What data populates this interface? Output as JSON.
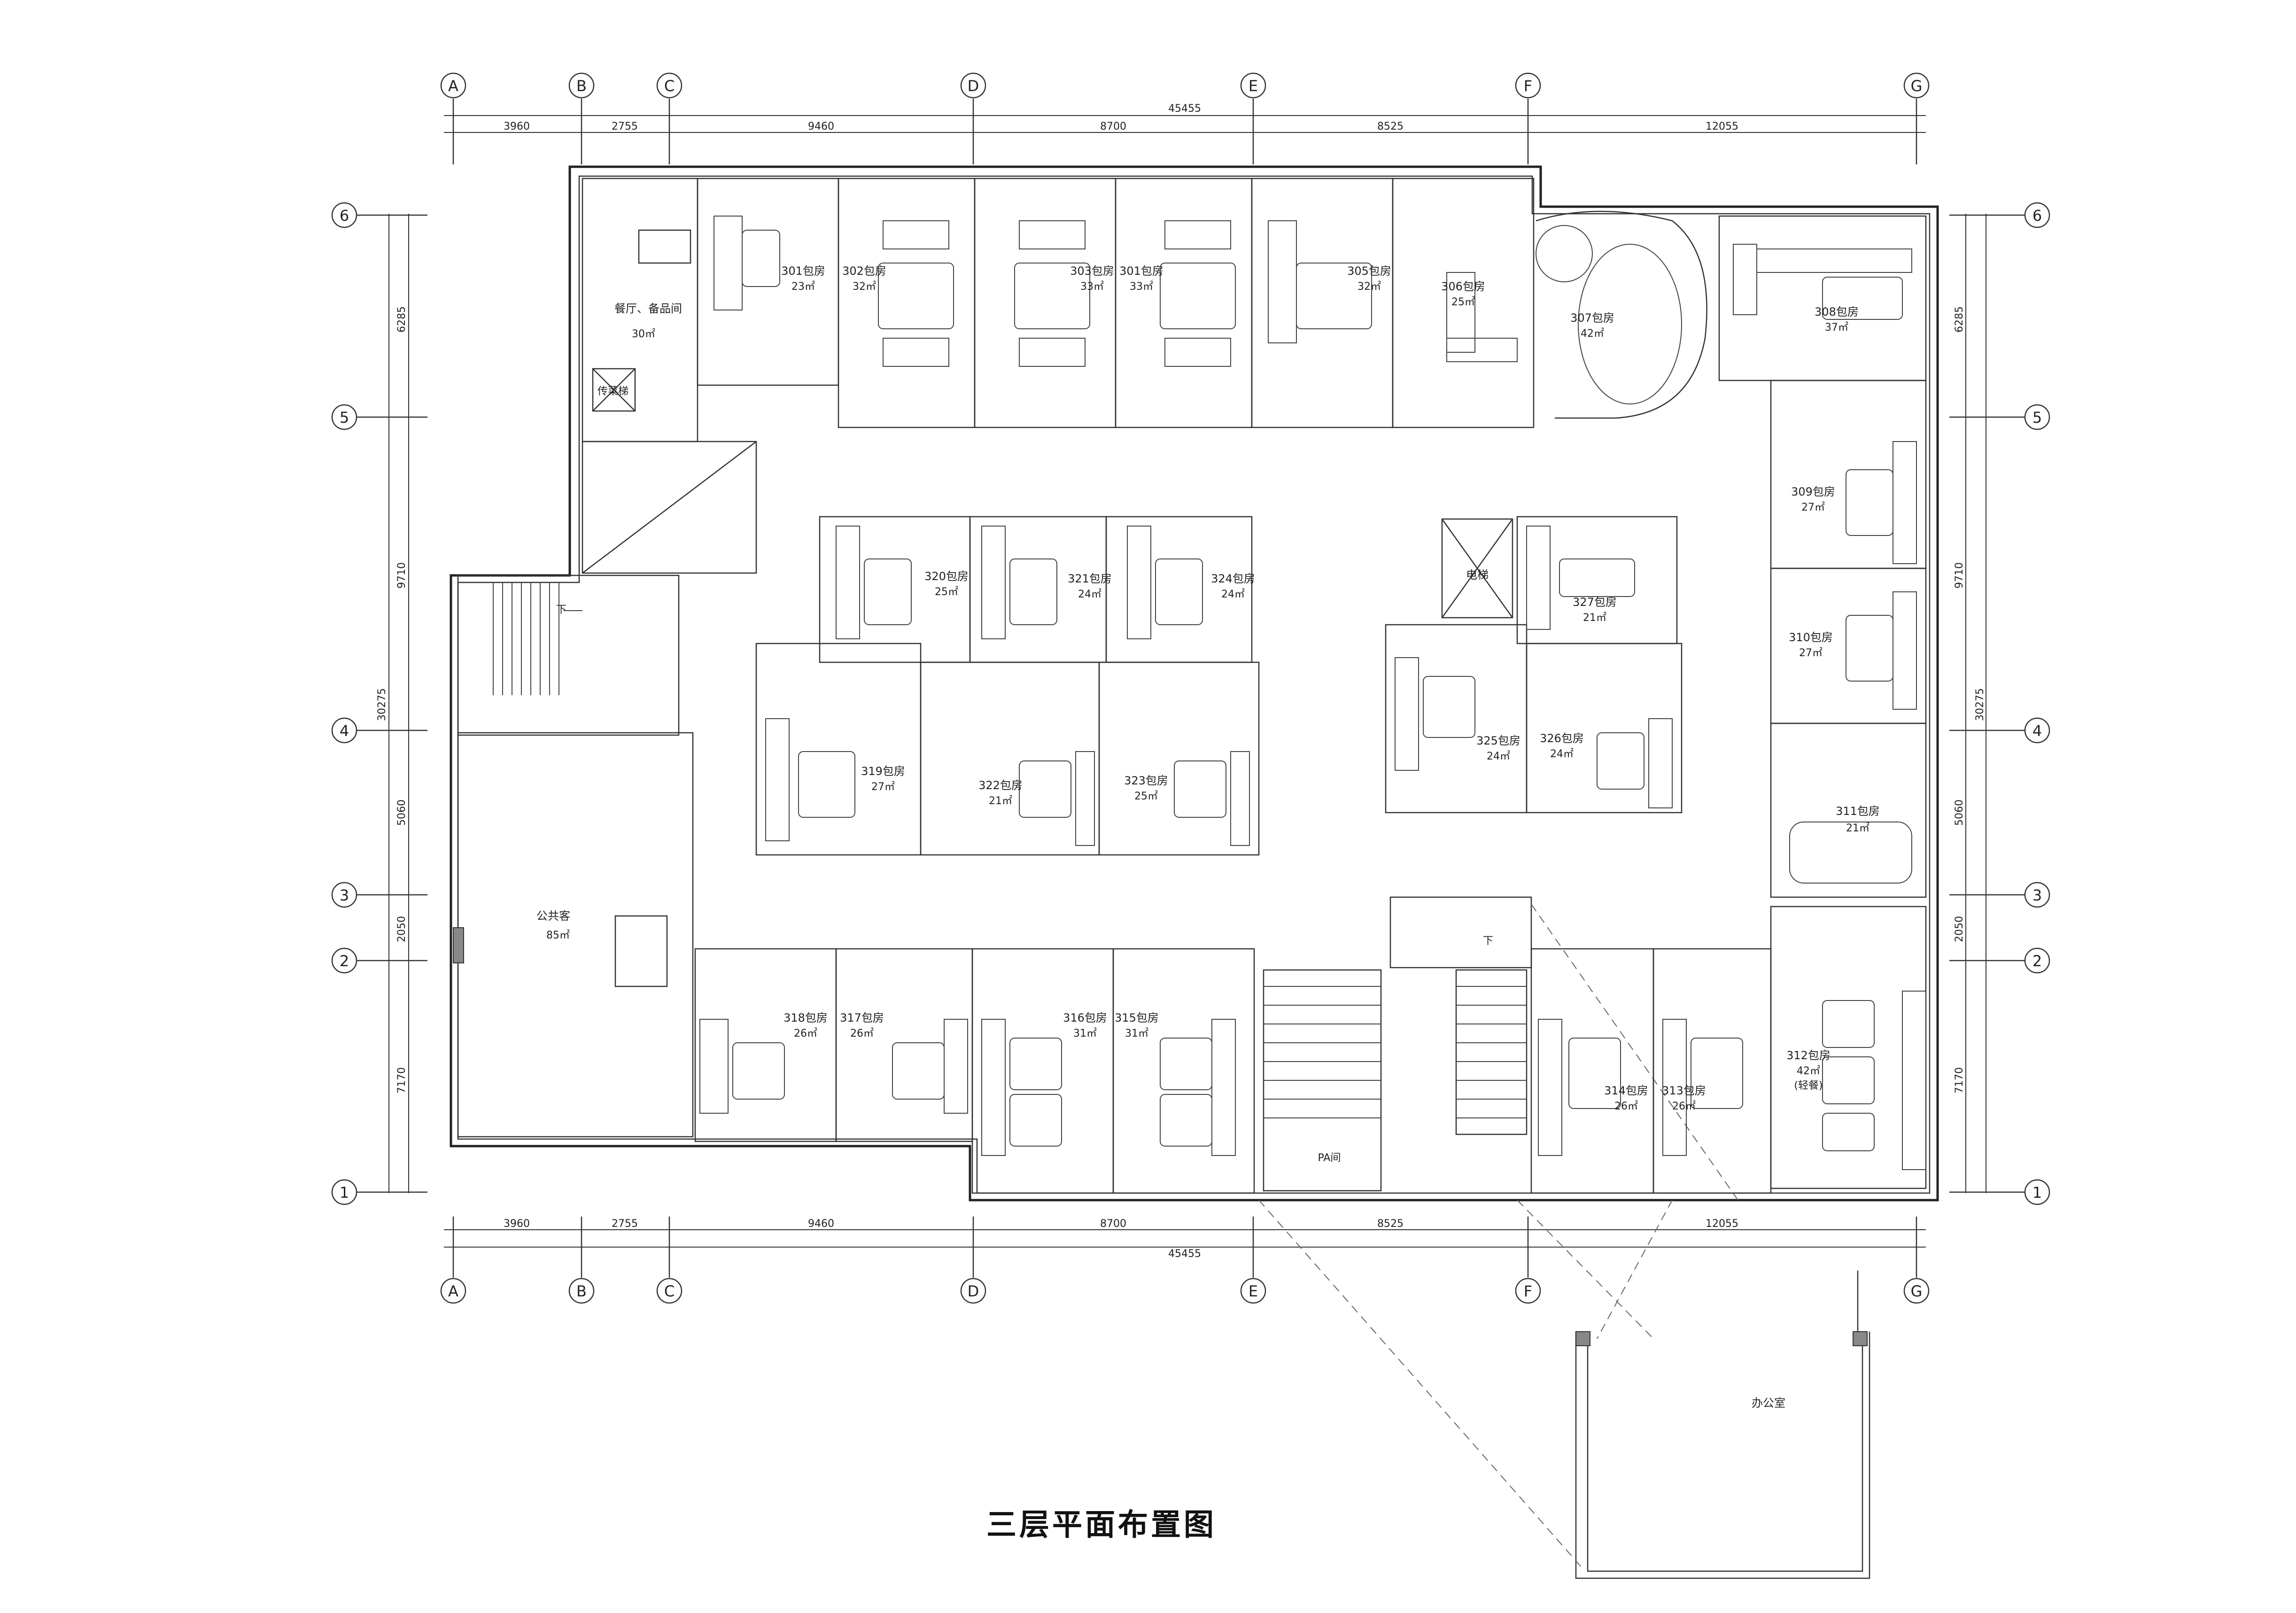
{
  "title": "三层平面布置图",
  "axes_cols": [
    "A",
    "B",
    "C",
    "D",
    "E",
    "F",
    "G"
  ],
  "axes_rows": [
    "6",
    "5",
    "4",
    "3",
    "2",
    "1"
  ],
  "dims_top": [
    "3960",
    "2755",
    "9460",
    "8700",
    "8525",
    "12055"
  ],
  "dim_total": "45455",
  "dims_side": [
    "6285",
    "9710",
    "5060",
    "2050",
    "7170"
  ],
  "dim_side_total": "30275",
  "rooms": [
    {
      "id": "r301",
      "name": "301包房",
      "area": "23㎡"
    },
    {
      "id": "r302",
      "name": "302包房",
      "area": "32㎡"
    },
    {
      "id": "r303",
      "name": "303包房",
      "area": "33㎡"
    },
    {
      "id": "r301b",
      "name": "301包房",
      "area": "33㎡"
    },
    {
      "id": "r305",
      "name": "305包房",
      "area": "32㎡"
    },
    {
      "id": "r306",
      "name": "306包房",
      "area": "25㎡"
    },
    {
      "id": "r307",
      "name": "307包房",
      "area": "42㎡"
    },
    {
      "id": "r308",
      "name": "308包房",
      "area": "37㎡"
    },
    {
      "id": "r309",
      "name": "309包房",
      "area": "27㎡"
    },
    {
      "id": "r310",
      "name": "310包房",
      "area": "27㎡"
    },
    {
      "id": "r311",
      "name": "311包房",
      "area": "21㎡"
    },
    {
      "id": "r312",
      "name": "312包房",
      "area": "42㎡",
      "note": "(轻餐)"
    },
    {
      "id": "r313",
      "name": "313包房",
      "area": "26㎡"
    },
    {
      "id": "r314",
      "name": "314包房",
      "area": "26㎡"
    },
    {
      "id": "r315",
      "name": "315包房",
      "area": "31㎡"
    },
    {
      "id": "r316",
      "name": "316包房",
      "area": "31㎡"
    },
    {
      "id": "r317",
      "name": "317包房",
      "area": "26㎡"
    },
    {
      "id": "r318",
      "name": "318包房",
      "area": "26㎡"
    },
    {
      "id": "r319",
      "name": "319包房",
      "area": "27㎡"
    },
    {
      "id": "r320",
      "name": "320包房",
      "area": "25㎡"
    },
    {
      "id": "r321",
      "name": "321包房",
      "area": "24㎡"
    },
    {
      "id": "r322",
      "name": "322包房",
      "area": "21㎡"
    },
    {
      "id": "r323",
      "name": "323包房",
      "area": "25㎡"
    },
    {
      "id": "r324",
      "name": "324包房",
      "area": "24㎡"
    },
    {
      "id": "r325",
      "name": "325包房",
      "area": "24㎡"
    },
    {
      "id": "r326",
      "name": "326包房",
      "area": "24㎡"
    },
    {
      "id": "r327",
      "name": "327包房",
      "area": "21㎡"
    }
  ],
  "labels": {
    "dining": "餐厅、备品间",
    "dining_area": "30㎡",
    "dumbwaiter": "传菜梯",
    "public": "公共客",
    "public_area": "85㎡",
    "elevator": "电梯",
    "pa": "PA间",
    "office": "办公室",
    "down1": "下",
    "down2": "下"
  }
}
